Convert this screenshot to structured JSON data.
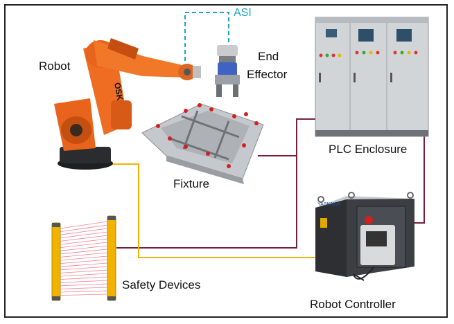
{
  "labels": {
    "robot": "Robot",
    "end_effector_line1": "End",
    "end_effector_line2": "Effector",
    "asi": "ASI",
    "fixture": "Fixture",
    "plc_enclosure": "PLC Enclosure",
    "safety_devices": "Safety Devices",
    "robot_controller": "Robot Controller"
  },
  "colors": {
    "asi_link": "#1aa7c6",
    "plc_link": "#7a1f3a",
    "safety_link": "#f0b400",
    "robot_orange": "#e8641c",
    "cabinet_grey": "#cfd3d6",
    "controller_dark": "#2d2f33"
  },
  "icons": {
    "robot": "industrial-robot-arm",
    "end_effector": "gripper",
    "fixture": "welding-fixture",
    "plc": "plc-cabinet",
    "safety": "light-curtain",
    "controller": "robot-controller"
  }
}
